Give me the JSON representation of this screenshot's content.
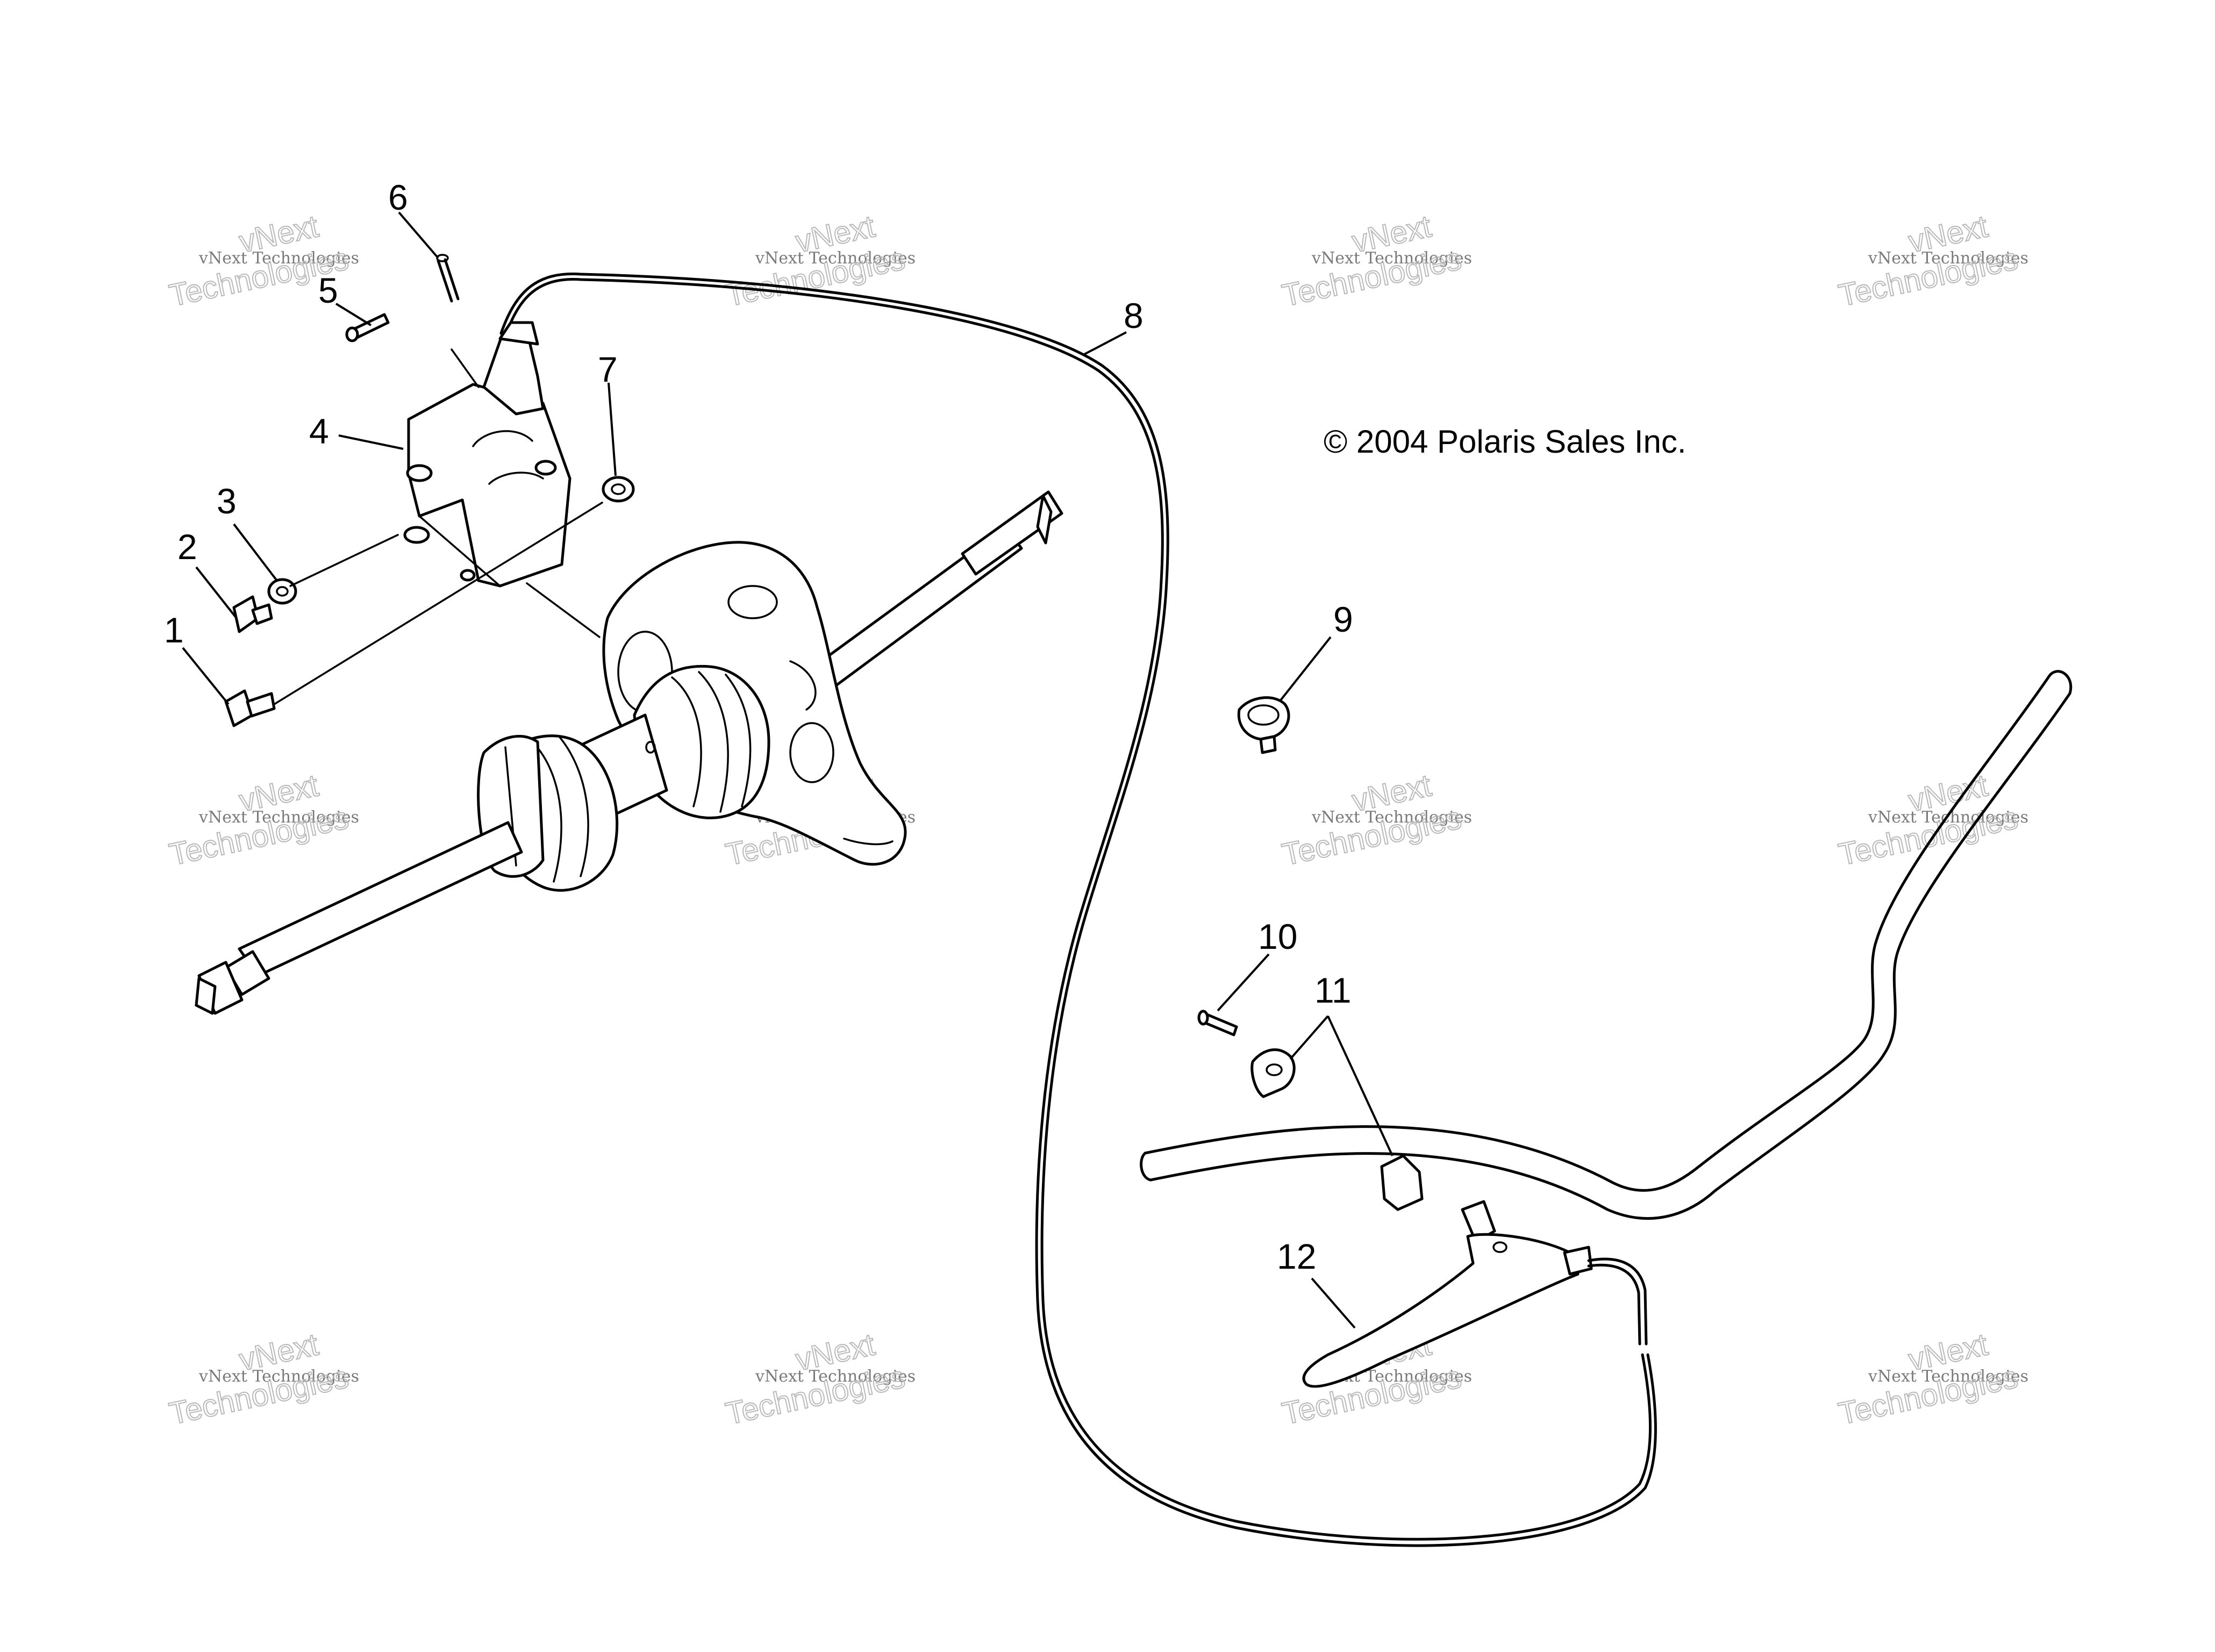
{
  "copyright": "© 2004 Polaris Sales Inc.",
  "watermark": {
    "line1": "vNext Technologies",
    "line2": "Technologies",
    "overlay": "vNext"
  },
  "callouts": [
    "1",
    "2",
    "3",
    "4",
    "5",
    "6",
    "7",
    "8",
    "9",
    "10",
    "11",
    "12"
  ]
}
